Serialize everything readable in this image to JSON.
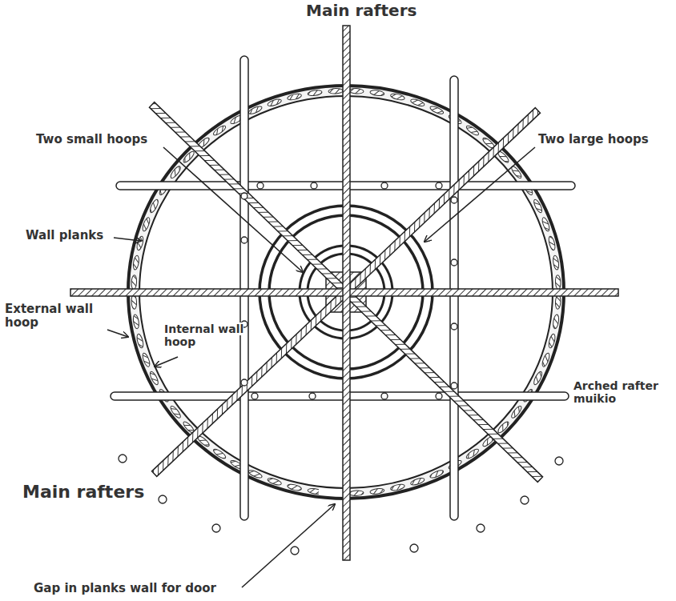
{
  "diagram": {
    "labels": [
      "Main rafters",
      "Two small hoops",
      "Two large hoops",
      "Wall planks",
      "External wall hoop",
      "Internal wall hoop",
      "Arched rafter muikio",
      "Main rafters",
      "Gap in planks wall for door"
    ]
  }
}
